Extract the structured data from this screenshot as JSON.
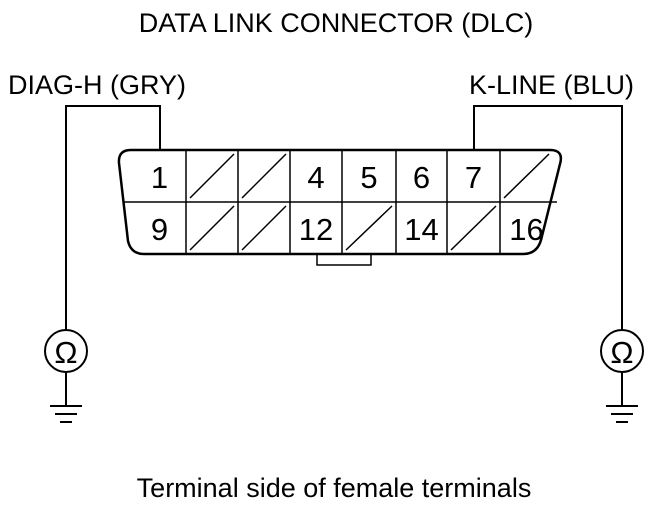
{
  "title": "DATA LINK CONNECTOR (DLC)",
  "left_label": "DIAG-H (GRY)",
  "right_label": "K-LINE (BLU)",
  "caption": "Terminal side of female terminals",
  "ohmmeter_symbol": "Ω",
  "connector": {
    "top_row": [
      {
        "label": "1",
        "used": true
      },
      {
        "label": "",
        "used": false
      },
      {
        "label": "",
        "used": false
      },
      {
        "label": "4",
        "used": true
      },
      {
        "label": "5",
        "used": true
      },
      {
        "label": "6",
        "used": true
      },
      {
        "label": "7",
        "used": true
      },
      {
        "label": "",
        "used": false
      }
    ],
    "bottom_row": [
      {
        "label": "9",
        "used": true
      },
      {
        "label": "",
        "used": false
      },
      {
        "label": "",
        "used": false
      },
      {
        "label": "12",
        "used": true
      },
      {
        "label": "",
        "used": false
      },
      {
        "label": "14",
        "used": true
      },
      {
        "label": "",
        "used": false
      },
      {
        "label": "16",
        "used": true
      }
    ]
  }
}
